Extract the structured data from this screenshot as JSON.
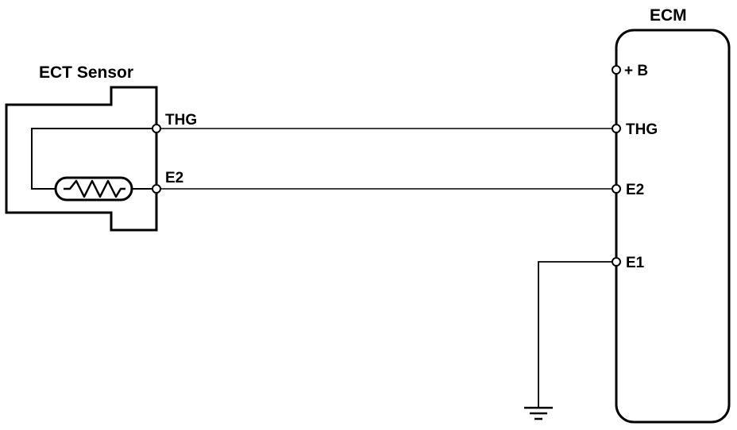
{
  "sensor": {
    "title": "ECT Sensor",
    "pin_thg": "THG",
    "pin_e2": "E2"
  },
  "ecm": {
    "title": "ECM",
    "pin_b": "+ B",
    "pin_thg": "THG",
    "pin_e2": "E2",
    "pin_e1": "E1"
  },
  "icons": {
    "ground": "ground-symbol-icon",
    "thermistor": "thermistor-icon"
  },
  "colors": {
    "line": "#000000",
    "background": "#ffffff"
  }
}
